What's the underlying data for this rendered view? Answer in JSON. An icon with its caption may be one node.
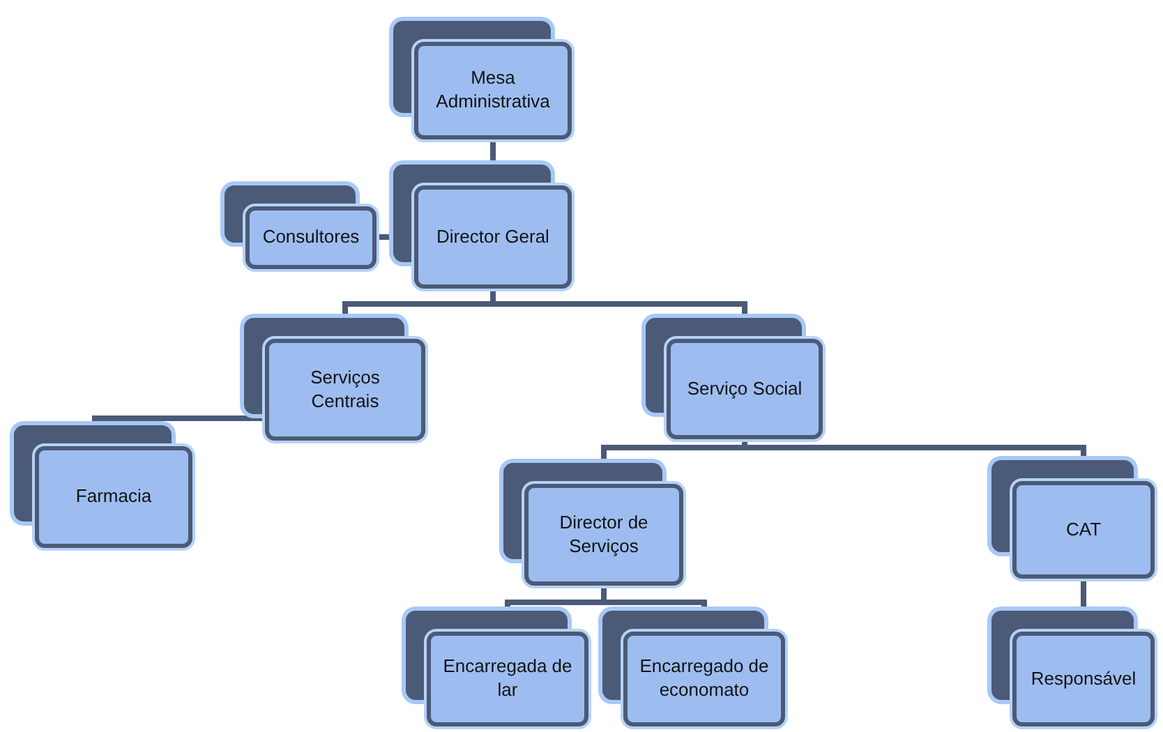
{
  "diagram": {
    "nodes": [
      {
        "text": [
          "Mesa Administrativa"
        ]
      },
      {
        "text": [
          "Director Geral"
        ]
      },
      {
        "text": [
          "Consultores"
        ]
      },
      {
        "text": [
          "Serviços Centrais"
        ]
      },
      {
        "text": [
          "Serviço Social"
        ]
      },
      {
        "text": [
          "Farmacia"
        ]
      },
      {
        "text": [
          "Director de Serviços"
        ]
      },
      {
        "text": [
          "CAT"
        ]
      },
      {
        "text": [
          "Encarregada de lar"
        ]
      },
      {
        "text": [
          "Encarregado de economato"
        ]
      },
      {
        "text": [
          "Responsável"
        ]
      }
    ],
    "edges": [
      {
        "from": 0,
        "to": 1,
        "arrow": "none"
      },
      {
        "from": 1,
        "to": 2,
        "arrow": "none"
      },
      {
        "from": 1,
        "to": 3,
        "arrow": "none"
      },
      {
        "from": 1,
        "to": 4,
        "arrow": "none"
      },
      {
        "from": 3,
        "to": 5,
        "arrow": "none"
      },
      {
        "from": 4,
        "to": 6,
        "arrow": "none"
      },
      {
        "from": 4,
        "to": 7,
        "arrow": "none"
      },
      {
        "from": 6,
        "to": 8,
        "arrow": "none"
      },
      {
        "from": 6,
        "to": 9,
        "arrow": "none"
      },
      {
        "from": 7,
        "to": 10,
        "arrow": "none"
      }
    ]
  }
}
